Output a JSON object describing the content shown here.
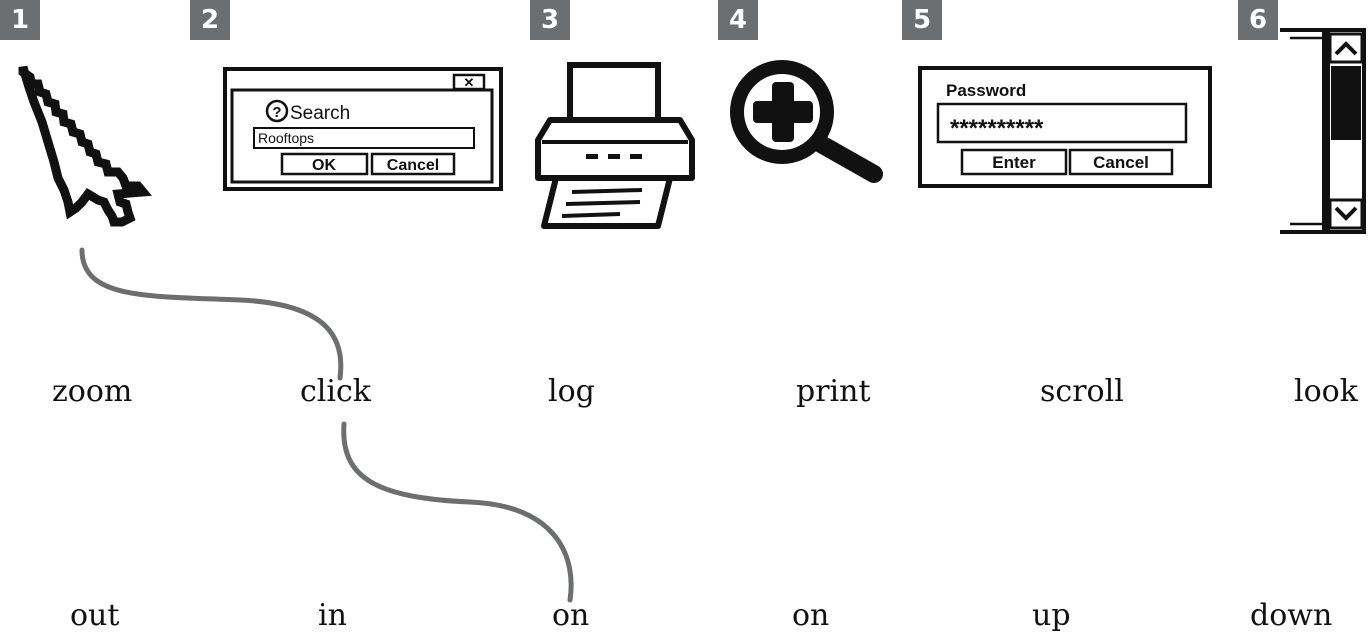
{
  "badges": [
    "1",
    "2",
    "3",
    "4",
    "5",
    "6"
  ],
  "search_dialog": {
    "close_label": "✕",
    "help_symbol": "?",
    "title": "Search",
    "input_value": "Rooftops",
    "ok_label": "OK",
    "cancel_label": "Cancel"
  },
  "password_dialog": {
    "title": "Password",
    "input_value": "**********",
    "enter_label": "Enter",
    "cancel_label": "Cancel"
  },
  "words_row1": [
    "zoom",
    "click",
    "log",
    "print",
    "scroll",
    "look"
  ],
  "words_row2": [
    "out",
    "in",
    "on",
    "on",
    "up",
    "down"
  ],
  "icons": {
    "item1": "mouse-pointer-icon",
    "item3": "printer-icon",
    "item4": "zoom-in-icon",
    "item6": "scrollbar-icon"
  },
  "colors": {
    "badge": "#6d6e70",
    "connector": "#6d6e70"
  }
}
